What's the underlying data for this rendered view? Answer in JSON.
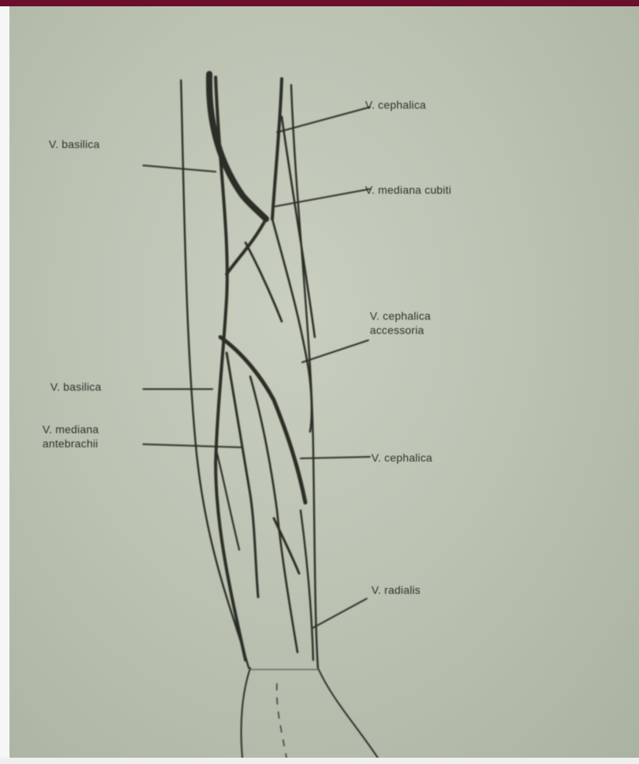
{
  "diagram": {
    "labels": {
      "cephalica_top": "V. cephalica",
      "basilica_top": "V. basilica",
      "mediana_cubiti": "V. mediana cubiti",
      "cephalica_accessoria": "V. cephalica\naccessoria",
      "basilica_lower": "V. basilica",
      "mediana_antebrachii": "V. mediana\nantebrachii",
      "cephalica_lower": "V. cephalica",
      "radialis": "V. radialis"
    }
  }
}
